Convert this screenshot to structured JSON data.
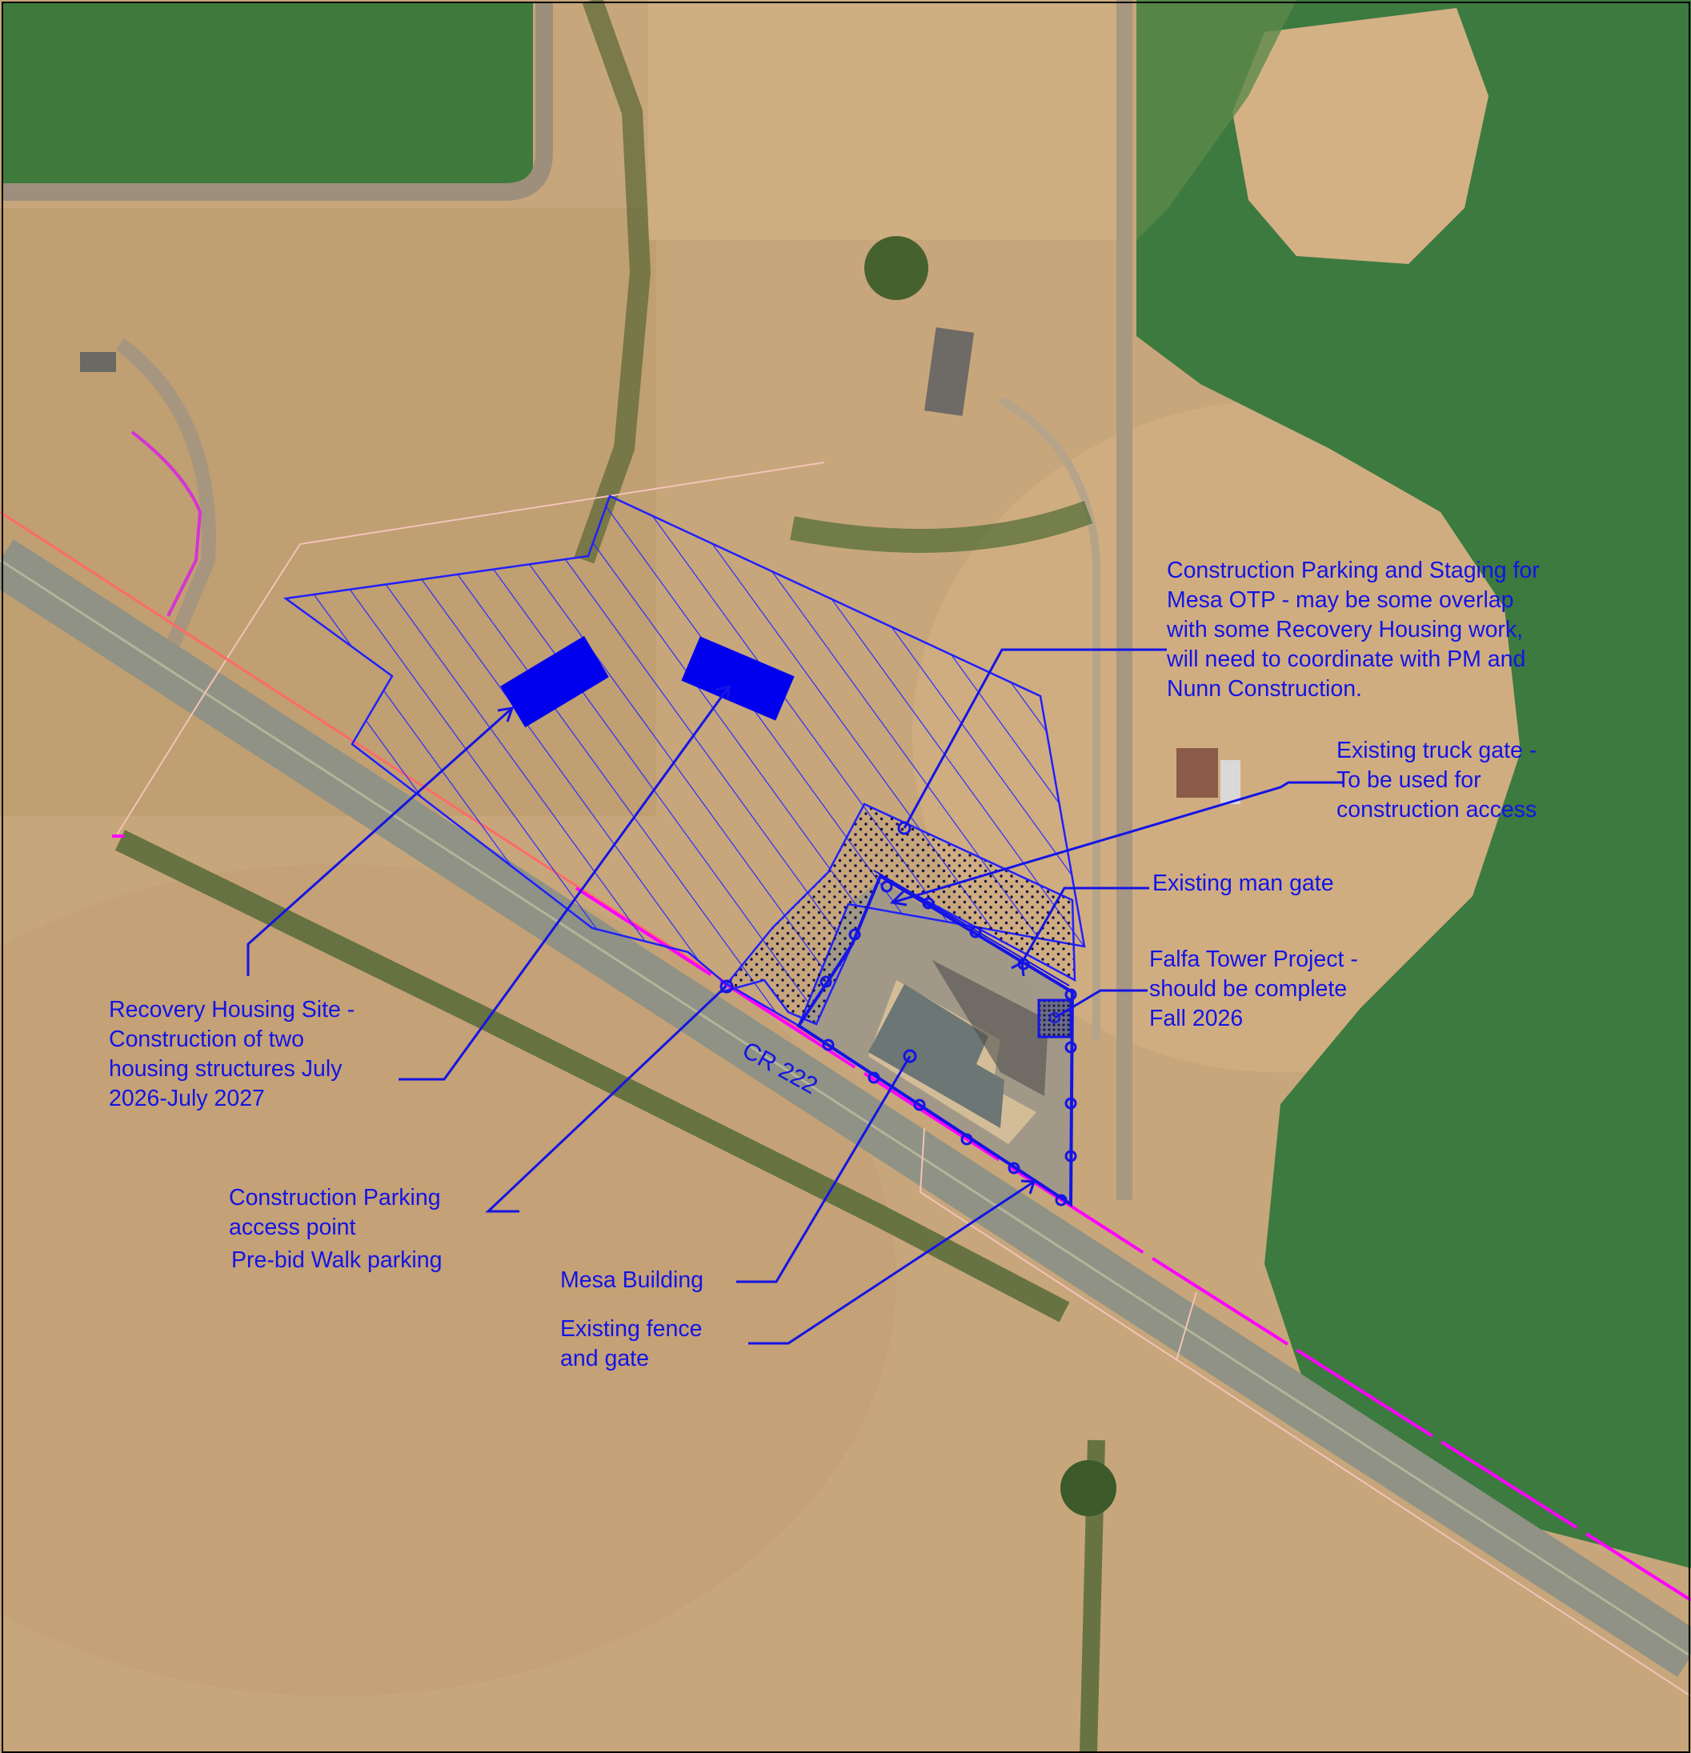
{
  "colors": {
    "annotation": "#1414e6",
    "parcel_line": "#ff00ff",
    "road_line": "#ff6a6a",
    "property_line": "#f3c3b8"
  },
  "road": {
    "label": "CR 222"
  },
  "callouts": {
    "recovery_housing": {
      "lines": [
        "Recovery Housing Site -",
        "Construction of two",
        "housing structures July",
        "2026-July 2027"
      ]
    },
    "staging": {
      "lines": [
        "Construction Parking and Staging for",
        "Mesa OTP - may be some overlap",
        "with some Recovery Housing work,",
        "will need to coordinate with PM and",
        "Nunn Construction."
      ]
    },
    "truck_gate": {
      "lines": [
        "Existing truck gate -",
        "To be used for",
        "construction access"
      ]
    },
    "man_gate": {
      "lines": [
        "Existing man gate"
      ]
    },
    "falfa_tower": {
      "lines": [
        "Falfa Tower Project -",
        "should be complete",
        "Fall 2026"
      ]
    },
    "parking_access": {
      "lines": [
        "Construction Parking",
        "access point",
        "Pre-bid Walk parking"
      ]
    },
    "mesa_building": {
      "lines": [
        "Mesa Building"
      ]
    },
    "fence_gate": {
      "lines": [
        "Existing fence",
        "and gate"
      ]
    }
  }
}
